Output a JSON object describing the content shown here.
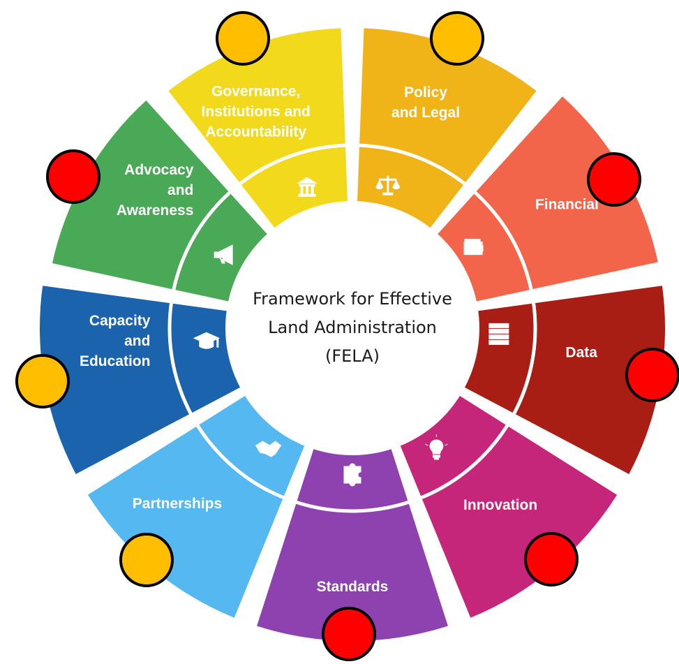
{
  "center": {
    "lines": [
      "Framework for Effective",
      "Land Administration",
      "(FELA)"
    ]
  },
  "segments": [
    {
      "id": "governance",
      "lines": [
        "Governance,",
        "Institutions and",
        "Accountability"
      ],
      "color": "#f3d91b",
      "icon": "courthouse-icon",
      "marker": "orange"
    },
    {
      "id": "policy",
      "lines": [
        "Policy",
        "and Legal"
      ],
      "color": "#f1b418",
      "icon": "scales-icon",
      "marker": "orange"
    },
    {
      "id": "financial",
      "lines": [
        "Financial"
      ],
      "color": "#f2654a",
      "icon": "wallet-icon",
      "marker": "red"
    },
    {
      "id": "data",
      "lines": [
        "Data"
      ],
      "color": "#a81d14",
      "icon": "database-icon",
      "marker": "red"
    },
    {
      "id": "innovation",
      "lines": [
        "Innovation"
      ],
      "color": "#c6267a",
      "icon": "lightbulb-icon",
      "marker": "red"
    },
    {
      "id": "standards",
      "lines": [
        "Standards"
      ],
      "color": "#8d42b0",
      "icon": "puzzle-icon",
      "marker": "red"
    },
    {
      "id": "partnerships",
      "lines": [
        "Partnerships"
      ],
      "color": "#55b8f0",
      "icon": "handshake-icon",
      "marker": "orange"
    },
    {
      "id": "capacity",
      "lines": [
        "Capacity",
        "and",
        "Education"
      ],
      "color": "#1b63ad",
      "icon": "graduation-cap-icon",
      "marker": "orange"
    },
    {
      "id": "advocacy",
      "lines": [
        "Advocacy",
        "and",
        "Awareness"
      ],
      "color": "#4aa956",
      "icon": "megaphone-icon",
      "marker": "red"
    }
  ],
  "marker_colors": {
    "orange": "#ffbf00",
    "red": "#ff0000"
  }
}
